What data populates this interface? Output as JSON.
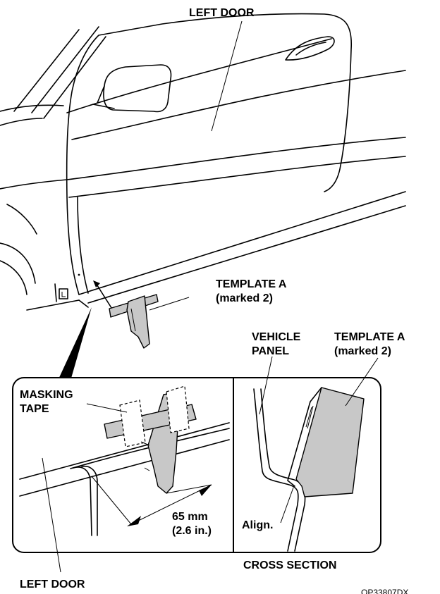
{
  "labels": {
    "left_door_top": "LEFT DOOR",
    "template_a_1": "TEMPLATE A",
    "marked_1": "(marked 2)",
    "vehicle": "VEHICLE",
    "panel": "PANEL",
    "template_a_2": "TEMPLATE A",
    "marked_2": "(marked 2)",
    "masking": "MASKING",
    "tape": "TAPE",
    "dim_mm": "65 mm",
    "dim_in": "(2.6 in.)",
    "align": "Align.",
    "cross_section": "CROSS SECTION",
    "left_door_bottom": "LEFT DOOR",
    "figure_code": "OP33807DX"
  }
}
